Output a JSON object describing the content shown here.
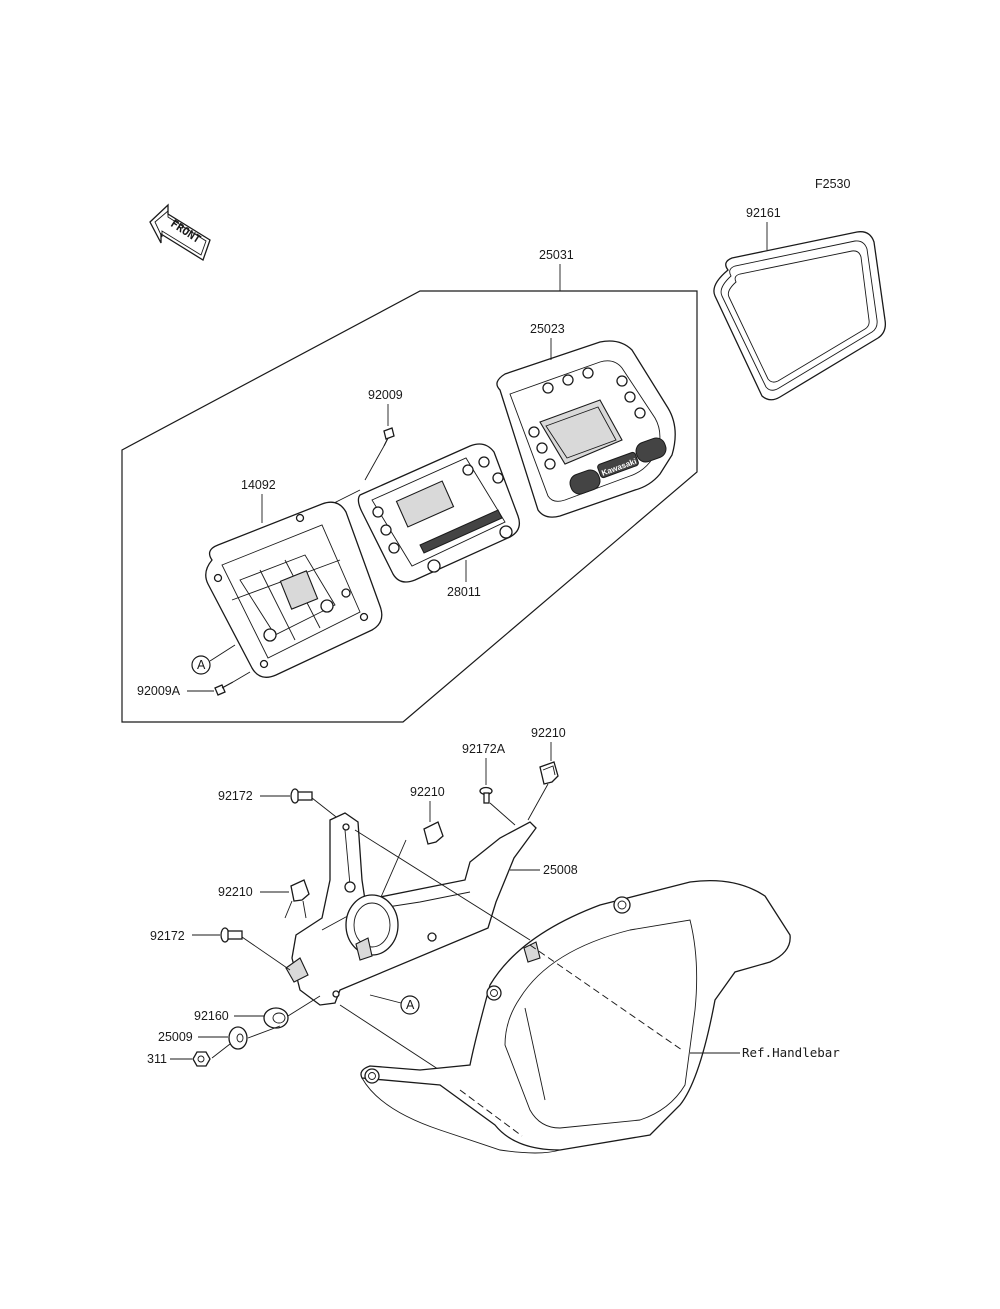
{
  "figure_id": "F2530",
  "front_arrow": {
    "text": "FRONT"
  },
  "callout_a": "A",
  "parts": {
    "p25031": "25031",
    "p25023": "25023",
    "p92161": "92161",
    "p92009": "92009",
    "p14092": "14092",
    "p28011": "28011",
    "p92009A": "92009A",
    "p92210_top": "92210",
    "p92172A": "92172A",
    "p92172_top": "92172",
    "p92210_mid": "92210",
    "p25008": "25008",
    "p92210_left": "92210",
    "p92172_left": "92172",
    "p92160": "92160",
    "p25009": "25009",
    "p311": "311"
  },
  "reference": {
    "handlebar": "Ref.Handlebar"
  },
  "meter_brand": "Kawasaki"
}
